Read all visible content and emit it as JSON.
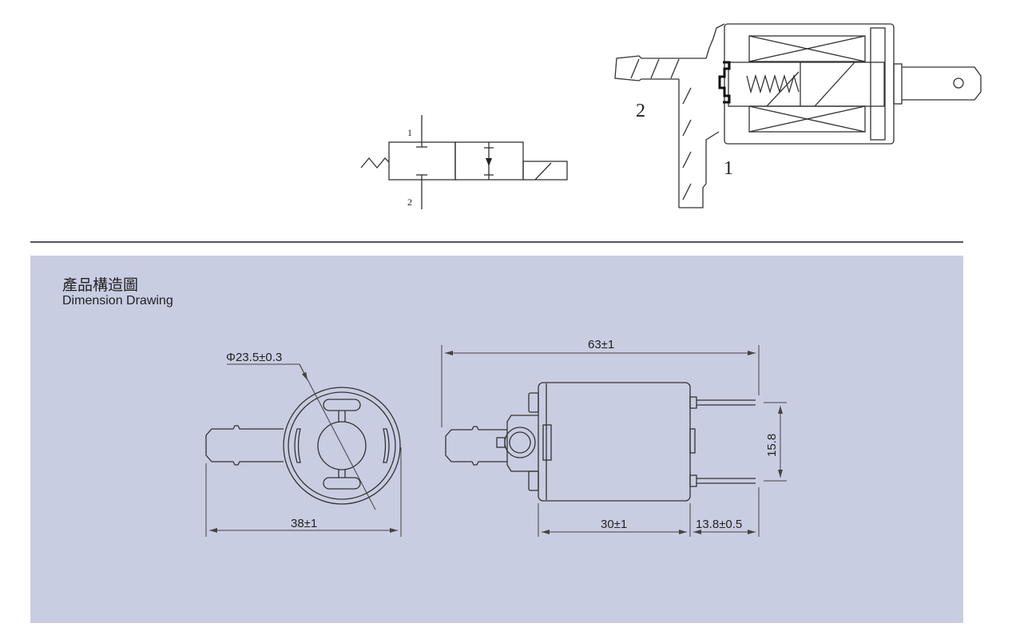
{
  "schematic": {
    "port_1_label": "1",
    "port_2_label": "2"
  },
  "cross_section": {
    "port_1_label": "1",
    "port_2_label": "2"
  },
  "dimension_panel": {
    "title_cn": "產品構造圖",
    "title_en": "Dimension Drawing",
    "end_view": {
      "diameter_label": "Φ23.5±0.3",
      "width_label": "38±1"
    },
    "side_view": {
      "overall_length_label": "63±1",
      "body_length_label": "30±1",
      "terminal_length_label": "13.8±0.5",
      "terminal_spacing_label": "15.8"
    }
  },
  "colors": {
    "panel_background": "#c8cde2",
    "line": "#333333"
  }
}
